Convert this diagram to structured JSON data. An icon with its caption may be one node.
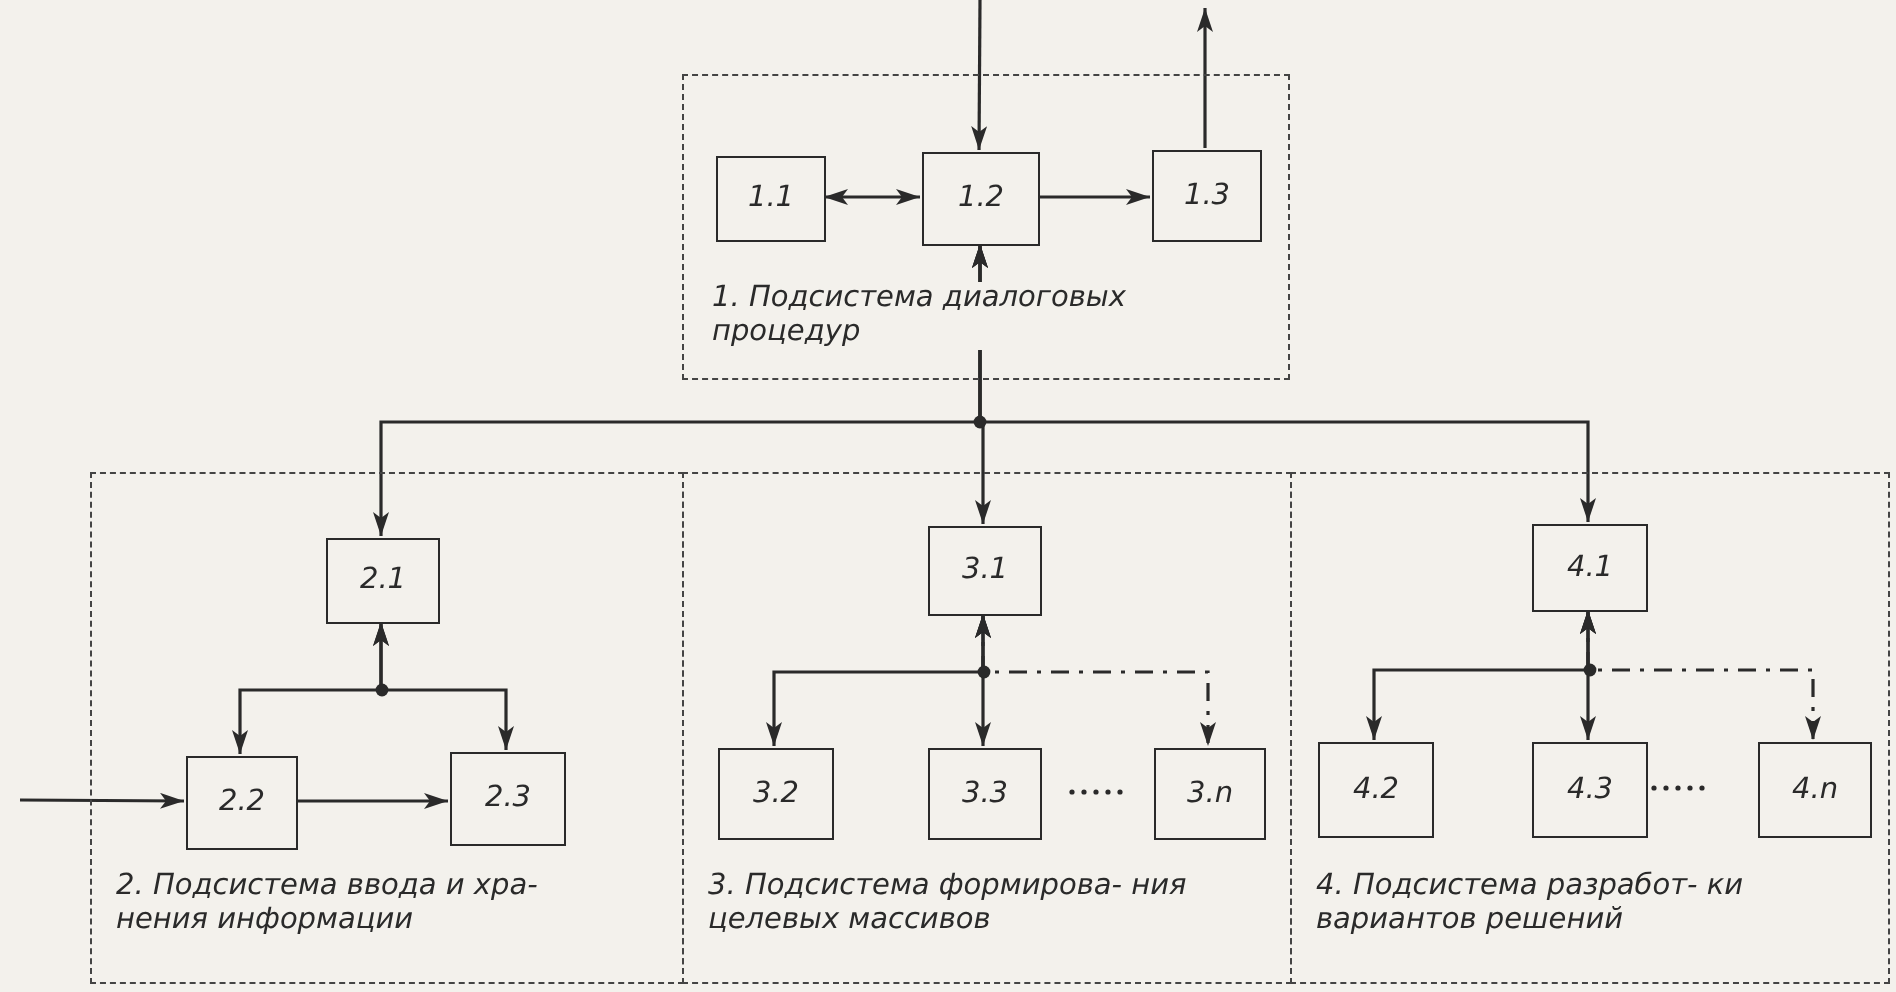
{
  "diagram": {
    "nodes": [
      {
        "text": [
          "1. Подсистема диалоговых процедур"
        ]
      },
      {
        "text": [
          "1.1"
        ],
        "in": 0
      },
      {
        "text": [
          "1.2"
        ],
        "in": 0
      },
      {
        "text": [
          "1.3"
        ],
        "in": 0
      },
      {
        "text": [
          "2. Подсистема ввода и хра- нения информации"
        ]
      },
      {
        "text": [
          "2.1"
        ],
        "in": 4
      },
      {
        "text": [
          "2.2"
        ],
        "in": 4
      },
      {
        "text": [
          "2.3"
        ],
        "in": 4
      },
      {
        "text": [
          "3. Подсистема формирова- ния целевых массивов"
        ]
      },
      {
        "text": [
          "3.1"
        ],
        "in": 8
      },
      {
        "text": [
          "3.2"
        ],
        "in": 8
      },
      {
        "text": [
          "3.3"
        ],
        "in": 8
      },
      {
        "text": [
          "3.n"
        ],
        "in": 8
      },
      {
        "text": [
          "4. Подсистема разработ- ки вариантов решений"
        ]
      },
      {
        "text": [
          "4.1"
        ],
        "in": 13
      },
      {
        "text": [
          "4.2"
        ],
        "in": 13
      },
      {
        "text": [
          "4.3"
        ],
        "in": 13
      },
      {
        "text": [
          "4.n"
        ],
        "in": 13
      }
    ],
    "edges": [
      {
        "from": 1,
        "to": 2,
        "arrow": "both"
      },
      {
        "from": 2,
        "to": 3,
        "arrow": "to"
      },
      {
        "from": null,
        "to": 2,
        "arrow": "to"
      },
      {
        "from": 3,
        "to": null,
        "arrow": "to"
      },
      {
        "from": 2,
        "to": 5,
        "arrow": "both"
      },
      {
        "from": 2,
        "to": 9,
        "arrow": "both"
      },
      {
        "from": 2,
        "to": 14,
        "arrow": "both"
      },
      {
        "from": null,
        "to": 6,
        "arrow": "to"
      },
      {
        "from": 6,
        "to": 7,
        "arrow": "to"
      },
      {
        "from": 5,
        "to": 6,
        "arrow": "both"
      },
      {
        "from": 5,
        "to": 7,
        "arrow": "both"
      },
      {
        "from": 9,
        "to": 10,
        "arrow": "both"
      },
      {
        "from": 9,
        "to": 11,
        "arrow": "both"
      },
      {
        "from": 9,
        "to": 12,
        "arrow": "both",
        "style": "dashed"
      },
      {
        "from": 14,
        "to": 15,
        "arrow": "both"
      },
      {
        "from": 14,
        "to": 16,
        "arrow": "both"
      },
      {
        "from": 14,
        "to": 17,
        "arrow": "both",
        "style": "dashed"
      }
    ]
  }
}
